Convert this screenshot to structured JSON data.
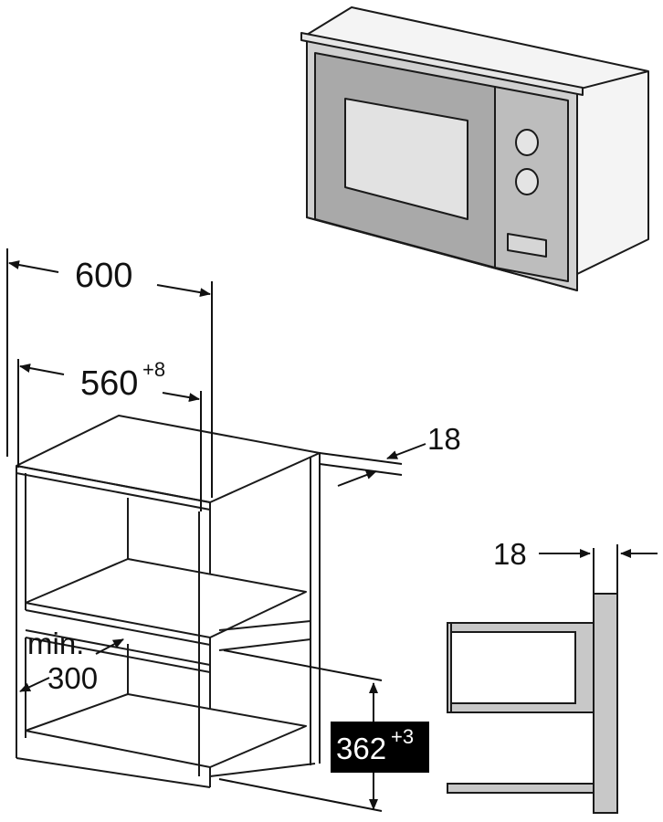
{
  "labels": {
    "overall_width": "600",
    "niche_width": "560",
    "niche_width_tolerance": "+8",
    "panel_thickness": "18",
    "side_panel_thickness": "18",
    "min_label": "min.",
    "min_depth": "300",
    "niche_height": "362",
    "niche_height_tolerance": "+3"
  },
  "colors": {
    "line": "#1a1a1a",
    "panel_grey": "#c8c8c8",
    "microwave_body": "#f4f4f4",
    "door_grey": "#a9a9a9",
    "height_box": "#000000"
  }
}
